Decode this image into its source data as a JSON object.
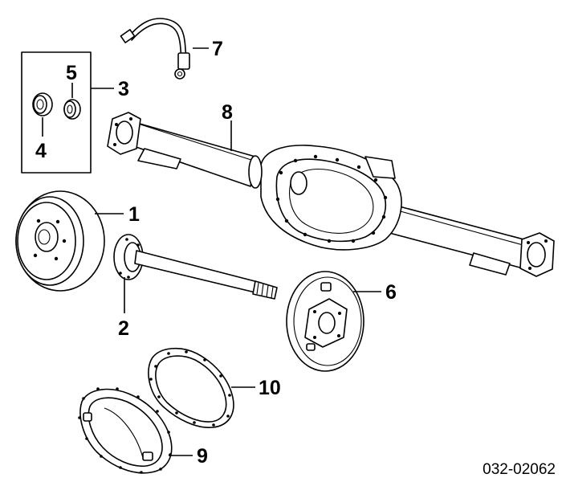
{
  "diagram": {
    "part_callouts": [
      {
        "id": "1",
        "label": "1"
      },
      {
        "id": "2",
        "label": "2"
      },
      {
        "id": "3",
        "label": "3"
      },
      {
        "id": "4",
        "label": "4"
      },
      {
        "id": "5",
        "label": "5"
      },
      {
        "id": "6",
        "label": "6"
      },
      {
        "id": "7",
        "label": "7"
      },
      {
        "id": "8",
        "label": "8"
      },
      {
        "id": "9",
        "label": "9"
      },
      {
        "id": "10",
        "label": "10"
      }
    ],
    "reference_code": "032-02062"
  }
}
